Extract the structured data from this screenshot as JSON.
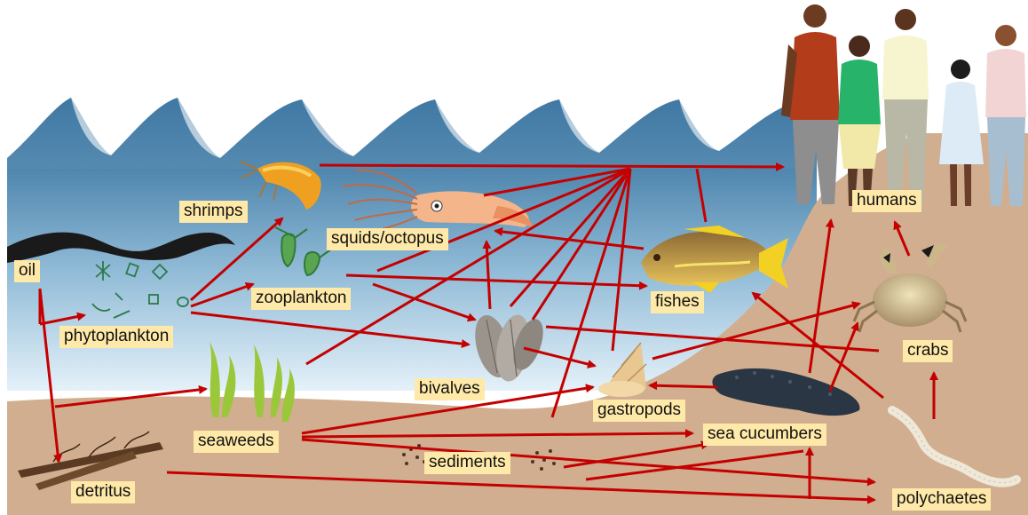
{
  "labels": {
    "oil": "oil",
    "shrimps": "shrimps",
    "squids": "squids/octopus",
    "zooplankton": "zooplankton",
    "phytoplankton": "phytoplankton",
    "fishes": "fishes",
    "humans": "humans",
    "crabs": "crabs",
    "bivalves": "bivalves",
    "gastropods": "gastropods",
    "seaweeds": "seaweeds",
    "sediments": "sediments",
    "sea_cucumbers": "sea cucumbers",
    "detritus": "detritus",
    "polychaetes": "polychaetes"
  },
  "colors": {
    "arrow": "#c40000",
    "label_bg": "#ffe9a8",
    "sand": "#d1ae8f",
    "sea_dark": "#5b8fb5",
    "sea_light": "#cfe5f3",
    "oil": "#1a1a1a"
  },
  "icons": [
    "shrimp-icon",
    "squid-icon",
    "fish-icon",
    "crab-icon",
    "bivalve-icon",
    "gastropod-icon",
    "sea-cucumber-icon",
    "polychaete-icon",
    "seaweed-icon",
    "phytoplankton-icon",
    "zooplankton-icon",
    "detritus-icon",
    "sediment-icon",
    "humans-icon"
  ]
}
